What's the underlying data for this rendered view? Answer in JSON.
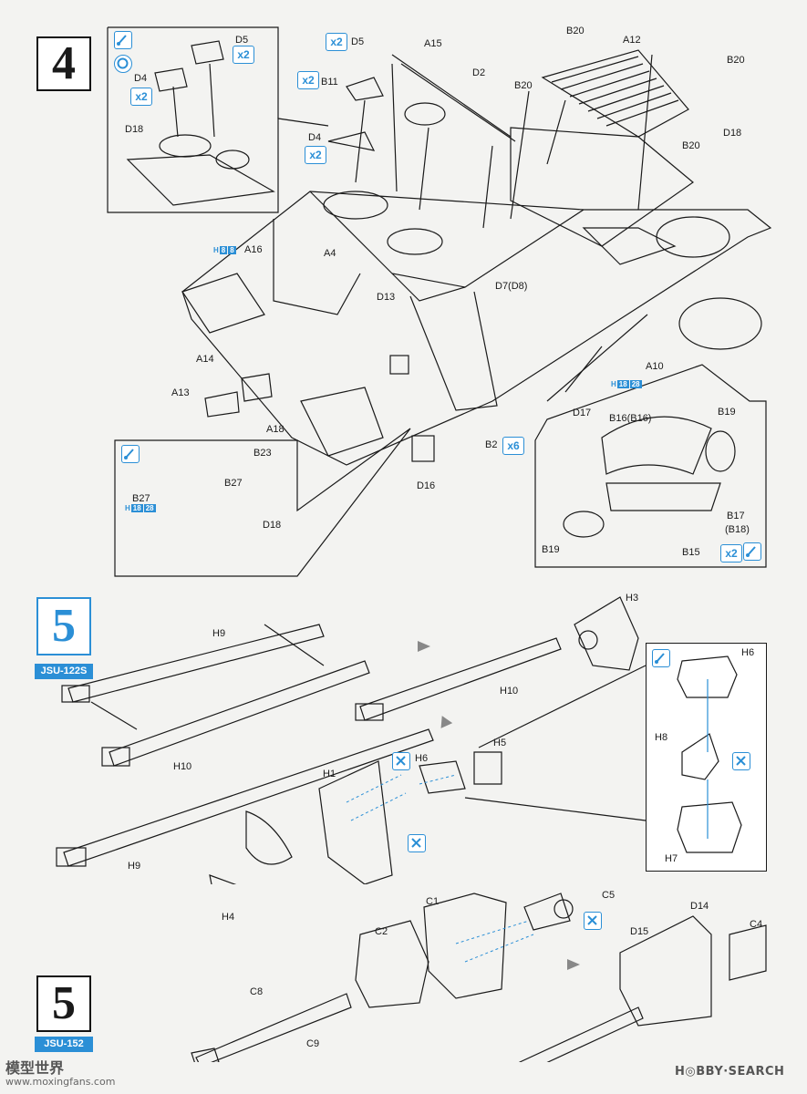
{
  "step4": {
    "number": "4",
    "labels": {
      "A15": "A15",
      "D2": "D2",
      "D5": "D5",
      "D4": "D4",
      "B11": "B11",
      "D18": "D18",
      "B20": "B20",
      "A12": "A12",
      "A16": "A16",
      "A4": "A4",
      "D13": "D13",
      "D7": "D7(D8)",
      "A10": "A10",
      "A14": "A14",
      "A13": "A13",
      "A18": "A18",
      "D16": "D16",
      "B2": "B2",
      "D17": "D17",
      "B23": "B23",
      "B27": "B27",
      "B16": "B16(B16)",
      "B19": "B19",
      "B17": "B17",
      "B18": "(B18)",
      "B15": "B15"
    },
    "mult": {
      "x2": "x2",
      "x6": "x6"
    },
    "hchip": {
      "h": "H",
      "a": "8",
      "b": "8",
      "c": "18",
      "d": "28"
    }
  },
  "step5a": {
    "number": "5",
    "variant": "JSU-122S",
    "labels": {
      "H9": "H9",
      "H10": "H10",
      "H3": "H3",
      "H1": "H1",
      "H6": "H6",
      "H5": "H5",
      "H4": "H4",
      "H8": "H8",
      "H7": "H7"
    }
  },
  "step5b": {
    "number": "5",
    "variant": "JSU-152",
    "labels": {
      "C1": "C1",
      "C2": "C2",
      "C5": "C5",
      "C8": "C8",
      "C9": "C9",
      "D14": "D14",
      "D15": "D15",
      "C4": "C4"
    }
  },
  "footer": {
    "watermark_cn": "模型世界",
    "watermark_url": "www.moxingfans.com",
    "brand": "H◎BBY·SEARCH"
  },
  "colors": {
    "accent": "#2b8fd6",
    "line": "#1a1a1a",
    "paper": "#f3f3f1"
  },
  "icons": [
    "cement-icon",
    "rotate-icon",
    "cement-icon",
    "cement-icon",
    "no-glue-icon"
  ]
}
